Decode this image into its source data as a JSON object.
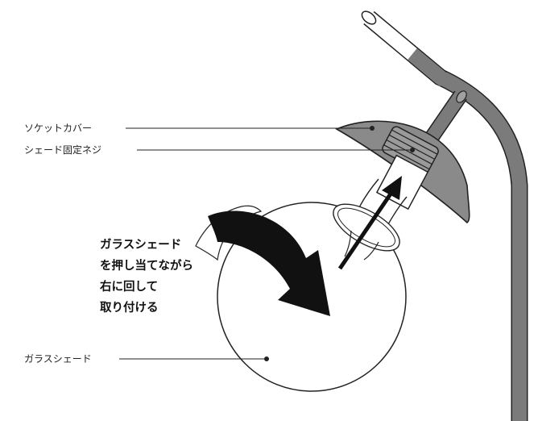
{
  "labels": {
    "socket_cover": "ソケットカバー",
    "shade_screw": "シェード固定ネジ",
    "glass_shade": "ガラスシェード"
  },
  "instruction": {
    "line1": "ガラスシェード",
    "line2": "を押し当てながら",
    "line3": "右に回して",
    "line4": "取り付ける"
  },
  "colors": {
    "pole": "#7b7b7b",
    "cover": "#8a8a8a",
    "line": "#222222",
    "arrow": "#111111"
  }
}
